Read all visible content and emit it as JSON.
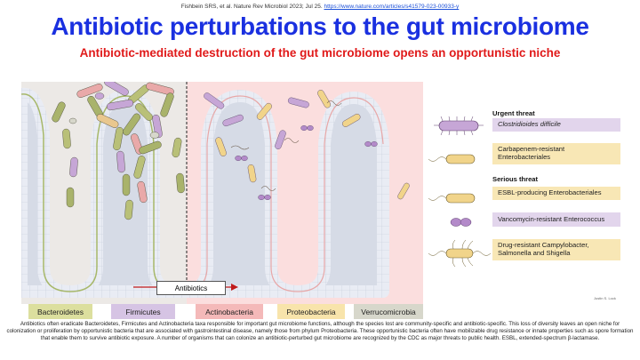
{
  "citation": {
    "text": "Fishbein SRS, et al. Nature Rev Microbiol 2023; Jul 25.",
    "url": "https://www.nature.com/articles/s41579-023-00933-y"
  },
  "title": "Antibiotic perturbations to the gut microbiome",
  "subtitle": "Antibiotic-mediated destruction of the gut microbiome opens an opportunistic niche",
  "antibiotics_label": "Antibiotics",
  "threats": {
    "urgent_heading": "Urgent threat",
    "serious_heading": "Serious threat",
    "items": [
      {
        "label": "Clostridioides difficile",
        "italic": true,
        "bg": "#e2d5ec",
        "icon": "clostridioides-bacterium-icon"
      },
      {
        "label": "Carbapenem-resistant Enterobacteriales",
        "italic": false,
        "bg": "#f8e7b5",
        "icon": "enterobacteriales-rod-icon"
      },
      {
        "label": "ESBL-producing Enterobacteriales",
        "italic": false,
        "bg": "#f8e7b5",
        "icon": "esbl-rod-icon"
      },
      {
        "label": "Vancomycin-resistant Enterococcus",
        "bg": "#e2d5ec",
        "icon": "enterococcus-diplococcus-icon"
      },
      {
        "label": "Drug-resistant Campylobacter, Salmonella and Shigella",
        "bg": "#f8e7b5",
        "icon": "flagellated-bacterium-icon"
      }
    ]
  },
  "phyla": [
    {
      "label": "Bacteroidetes",
      "color": "#dcdf9e"
    },
    {
      "label": "Firmicutes",
      "color": "#d6c4e4"
    },
    {
      "label": "Actinobacteria",
      "color": "#f4b9b9"
    },
    {
      "label": "Proteobacteria",
      "color": "#f8e4ab"
    },
    {
      "label": "Verrucomicrobia",
      "color": "#d7d7cb"
    }
  ],
  "caption": "Antibiotics often eradicate Bacteroidetes, Firmicutes and Actinobacteria taxa responsible for important gut microbiome functions, although the species lost are community-specific and antibiotic-specific. This loss of diversity leaves an open niche for colonization or proliferation by opportunistic bacteria that are associated with gastrointestinal disease, namely those from phylum Proteobacteria. These opportunistic bacteria often have mobilizable drug resistance or innate properties such as spore formation that enable them to survive antibiotic exposure. A number of organisms that can colonize an antibiotic-perturbed gut microbiome are recognized by the CDC as major threats to public health. ESBL, extended-spectrum β-lactamase.",
  "credit": "Justin S. Lock",
  "colors": {
    "title": "#1a30e0",
    "subtitle": "#e01a1a",
    "lumen_healthy": "#ece9e6",
    "lumen_perturbed": "#fbdede",
    "tissue": "#d6dbe6",
    "epithelium": "#eef0f6"
  }
}
